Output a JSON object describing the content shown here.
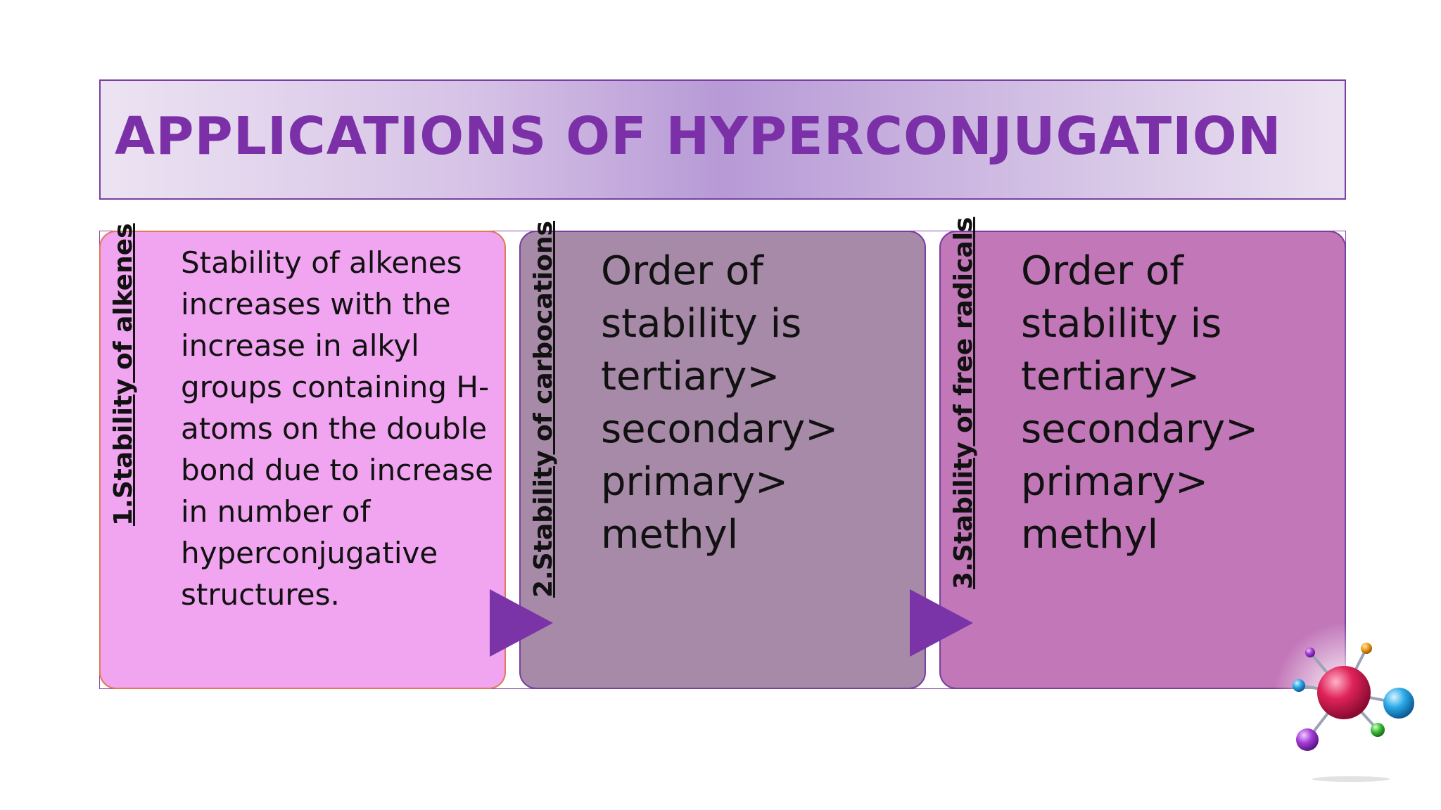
{
  "slide": {
    "title": "APPLICATIONS OF HYPERCONJUGATION"
  },
  "panels": [
    {
      "label": "1.Stability of alkenes",
      "body": "Stability of alkenes increases with the increase in alkyl groups containing H-atoms on the double bond due to increase in number of hyperconjugative structures.",
      "color": "#f1a5f1"
    },
    {
      "label": "2.Stability of carbocations",
      "body": "Order of stability is tertiary> secondary> primary> methyl",
      "color": "#a78aa7"
    },
    {
      "label": "3.Stability of free radicals",
      "body": "Order of stability is tertiary> secondary> primary> methyl",
      "color": "#c277b9"
    }
  ],
  "colors": {
    "title_text": "#7b30a8",
    "arrow": "#7b34a8",
    "border": "#7a3fa0"
  },
  "icons": {
    "decoration": "molecule-icon",
    "connector": "arrow-right-icon"
  }
}
